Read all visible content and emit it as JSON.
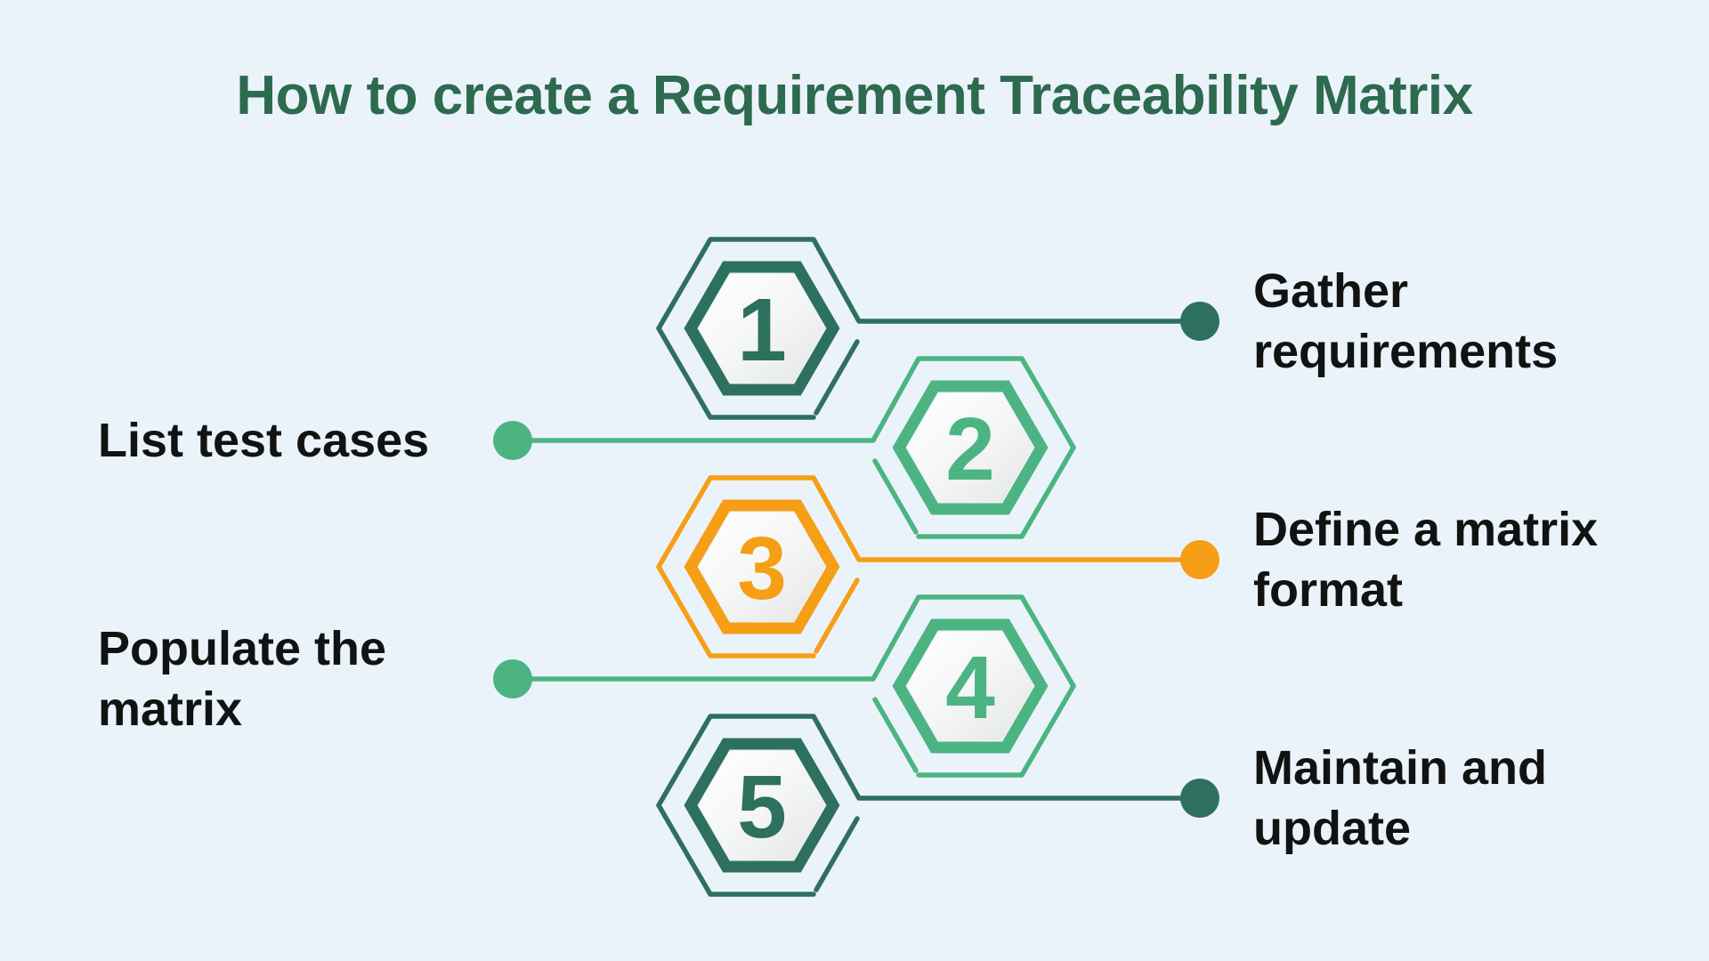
{
  "title": "How to create a Requirement Traceability Matrix",
  "colors": {
    "background": "#ebf3fa",
    "title_green": "#2d6a4f",
    "dark_green": "#2e705e",
    "medium_green": "#4cb483",
    "orange": "#f59e16",
    "label_text": "#101312",
    "hex_fill_light": "#ffffff",
    "hex_fill_shade": "#e4e6e6"
  },
  "steps": [
    {
      "number": "1",
      "label": "Gather requirements",
      "side": "right",
      "color": "#2e705e"
    },
    {
      "number": "2",
      "label": "List test cases",
      "side": "left",
      "color": "#4cb483"
    },
    {
      "number": "3",
      "label": "Define a matrix format",
      "side": "right",
      "color": "#f59e16"
    },
    {
      "number": "4",
      "label": "Populate the matrix",
      "side": "left",
      "color": "#4cb483"
    },
    {
      "number": "5",
      "label": "Maintain and update",
      "side": "right",
      "color": "#2e705e"
    }
  ]
}
